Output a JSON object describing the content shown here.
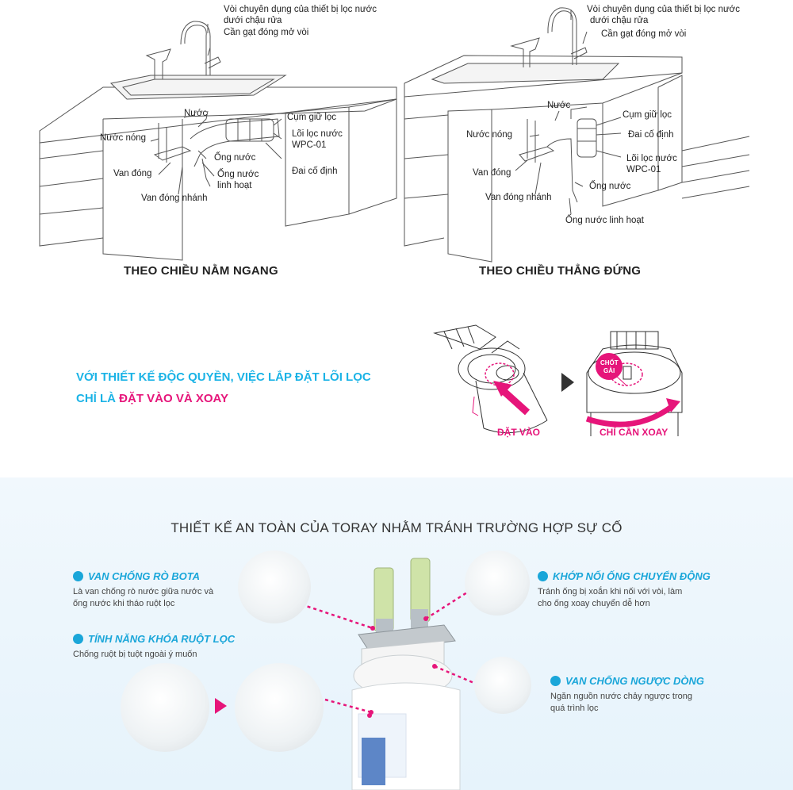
{
  "diagram_left": {
    "labels": {
      "faucet": "Vòi chuyên dụng của thiết bị lọc nước",
      "faucet2": "dưới chậu rửa",
      "lever": "Cần gạt đóng mở vòi",
      "water": "Nước",
      "hot_water": "Nước nóng",
      "holder": "Cụm giữ lọc",
      "cartridge": "Lõi lọc nước",
      "model": "WPC-01",
      "pipe": "Ống nước",
      "flex1": "Ống nước",
      "flex2": "linh hoạt",
      "clamp": "Đai cố định",
      "valve": "Van đóng",
      "branch_valve": "Van đóng nhánh"
    },
    "caption": "THEO CHIỀU NẰM NGANG"
  },
  "diagram_right": {
    "labels": {
      "faucet": "Vòi chuyên dụng của thiết bị lọc nước",
      "faucet2": "dưới chậu rửa",
      "lever": "Cần gạt đóng mở vòi",
      "water": "Nước",
      "hot_water": "Nước nóng",
      "holder": "Cụm giữ lọc",
      "clamp": "Đai cố định",
      "cartridge": "Lõi lọc nước",
      "model": "WPC-01",
      "valve": "Van đóng",
      "branch_valve": "Van đóng nhánh",
      "pipe": "Ống nước",
      "flex": "Ống nước linh hoạt"
    },
    "caption": "THEO CHIỀU THẲNG ĐỨNG"
  },
  "install": {
    "line1": "VỚI THIẾT KẾ ĐỘC QUYỀN, VIỆC LẮP ĐẶT LÕI LỌC",
    "line2_prefix": "CHỈ LÀ ",
    "line2_emph": "ĐẶT VÀO VÀ XOAY",
    "insert_label": "ĐẶT VÀO",
    "latch_label1": "CHỐT",
    "latch_label2": "GÀI",
    "rotate_label": "CHỈ CẦN XOAY"
  },
  "safety": {
    "title": "THIẾT KẾ AN TOÀN CỦA TORAY NHẰM TRÁNH TRƯỜNG HỢP SỰ CỐ",
    "features": [
      {
        "title": "VAN CHỐNG RÒ BOTA",
        "desc1": "Là van chống rò nước giữa nước và",
        "desc2": "ống nước khi tháo ruột lọc"
      },
      {
        "title": "TÍNH NĂNG KHÓA RUỘT LỌC",
        "desc1": "Chống ruột bị tuột ngoài ý muốn",
        "desc2": ""
      },
      {
        "title": "KHỚP NỐI ỐNG CHUYỂN ĐỘNG",
        "desc1": "Tránh ống bị xoắn khi nối với vòi, làm",
        "desc2": "cho ống xoay chuyển dễ hơn"
      },
      {
        "title": "VAN CHỐNG NGƯỢC DÒNG",
        "desc1": "Ngăn nguồn nước chảy ngược trong",
        "desc2": "quá trình lọc"
      }
    ]
  },
  "colors": {
    "accent_blue": "#1aa6d9",
    "accent_pink": "#e6157a",
    "bg_light": "#eaf5fc"
  }
}
